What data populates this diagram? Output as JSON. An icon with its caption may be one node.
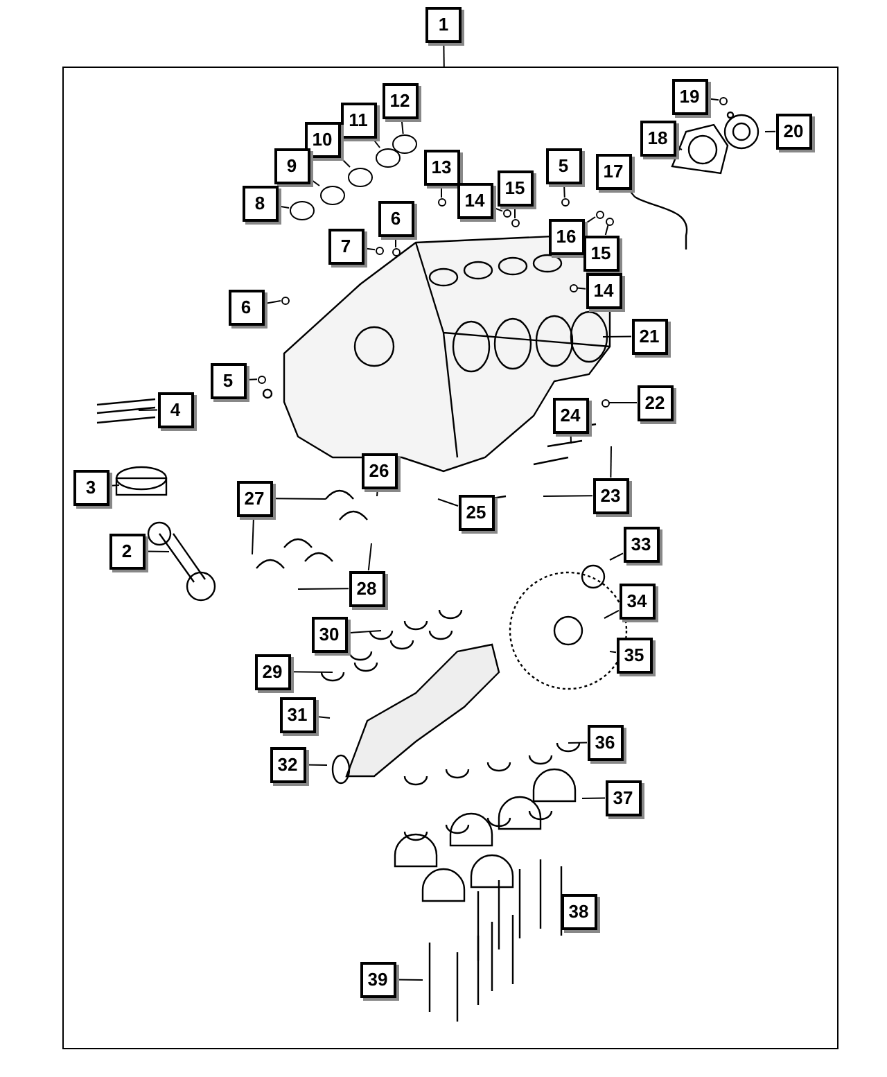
{
  "diagram": {
    "nodes": [
      {
        "text": [
          "1"
        ]
      },
      {
        "text": [],
        "shape": "box"
      },
      {
        "text": [
          "19"
        ],
        "in": 1
      },
      {
        "text": [
          "20"
        ],
        "in": 1
      },
      {
        "text": [
          "18"
        ],
        "in": 1
      },
      {
        "text": [
          "12"
        ],
        "in": 1
      },
      {
        "text": [
          "11"
        ],
        "in": 1
      },
      {
        "text": [
          "10"
        ],
        "in": 1
      },
      {
        "text": [
          "9"
        ],
        "in": 1
      },
      {
        "text": [
          "8"
        ],
        "in": 1
      },
      {
        "text": [
          "13"
        ],
        "in": 1
      },
      {
        "text": [
          "14"
        ],
        "in": 1
      },
      {
        "text": [
          "15"
        ],
        "in": 1
      },
      {
        "text": [
          "5"
        ],
        "in": 1
      },
      {
        "text": [
          "17"
        ],
        "in": 1
      },
      {
        "text": [
          "6"
        ],
        "in": 1
      },
      {
        "text": [
          "16"
        ],
        "in": 1
      },
      {
        "text": [
          "15"
        ],
        "in": 1
      },
      {
        "text": [
          "7"
        ],
        "in": 1
      },
      {
        "text": [
          "14"
        ],
        "in": 1
      },
      {
        "text": [
          "6"
        ],
        "in": 1
      },
      {
        "text": [
          "21"
        ],
        "in": 1
      },
      {
        "text": [
          "5"
        ],
        "in": 1
      },
      {
        "text": [
          "22"
        ],
        "in": 1
      },
      {
        "text": [
          "4"
        ],
        "in": 1
      },
      {
        "text": [
          "24"
        ],
        "in": 1
      },
      {
        "text": [
          "3"
        ],
        "in": 1
      },
      {
        "text": [
          "26"
        ],
        "in": 1
      },
      {
        "text": [
          "27"
        ],
        "in": 1
      },
      {
        "text": [
          "23"
        ],
        "in": 1
      },
      {
        "text": [
          "25"
        ],
        "in": 1
      },
      {
        "text": [
          "2"
        ],
        "in": 1
      },
      {
        "text": [
          "33"
        ],
        "in": 1
      },
      {
        "text": [
          "28"
        ],
        "in": 1
      },
      {
        "text": [
          "34"
        ],
        "in": 1
      },
      {
        "text": [
          "30"
        ],
        "in": 1
      },
      {
        "text": [
          "35"
        ],
        "in": 1
      },
      {
        "text": [
          "29"
        ],
        "in": 1
      },
      {
        "text": [
          "31"
        ],
        "in": 1
      },
      {
        "text": [
          "36"
        ],
        "in": 1
      },
      {
        "text": [
          "32"
        ],
        "in": 1
      },
      {
        "text": [
          "37"
        ],
        "in": 1
      },
      {
        "text": [
          "38"
        ],
        "in": 1
      },
      {
        "text": [
          "39"
        ],
        "in": 1
      },
      {
        "text": [],
        "shape": "circle",
        "in": 1
      },
      {
        "text": [],
        "shape": "circle",
        "in": 1
      },
      {
        "text": [],
        "shape": "circle",
        "in": 1
      },
      {
        "text": [],
        "shape": "circle",
        "in": 1
      },
      {
        "text": [],
        "shape": "circle",
        "in": 1
      },
      {
        "text": [],
        "shape": "circle",
        "in": 1
      },
      {
        "text": [],
        "shape": "circle",
        "in": 1
      },
      {
        "text": [],
        "shape": "circle",
        "in": 1
      },
      {
        "text": [],
        "shape": "circle",
        "in": 1
      },
      {
        "text": [],
        "shape": "circle",
        "in": 1
      },
      {
        "text": [],
        "shape": "circle",
        "in": 1
      },
      {
        "text": [],
        "shape": "circle",
        "in": 1
      },
      {
        "text": [],
        "shape": "circle",
        "in": 1
      },
      {
        "text": [],
        "shape": "circle",
        "in": 1
      },
      {
        "text": [],
        "shape": "circle",
        "in": 1
      },
      {
        "text": [],
        "shape": "circle",
        "in": 1
      },
      {
        "text": [],
        "shape": "circle",
        "in": 1
      },
      {
        "text": [],
        "shape": "circle",
        "in": 1
      }
    ],
    "edges": [
      {
        "from": 0,
        "to": 1,
        "arrow": "none"
      },
      {
        "from": 2,
        "to": 44,
        "arrow": "none"
      },
      {
        "from": 3,
        "to": null,
        "arrow": "none"
      },
      {
        "from": 4,
        "to": null,
        "arrow": "none"
      },
      {
        "from": 5,
        "to": 49,
        "arrow": "none"
      },
      {
        "from": 6,
        "to": 48,
        "arrow": "none"
      },
      {
        "from": 7,
        "to": 47,
        "arrow": "none"
      },
      {
        "from": 8,
        "to": 46,
        "arrow": "none"
      },
      {
        "from": 9,
        "to": 45,
        "arrow": "none"
      },
      {
        "from": 10,
        "to": 50,
        "arrow": "none"
      },
      {
        "from": 11,
        "to": 51,
        "arrow": "none"
      },
      {
        "from": 12,
        "to": 52,
        "arrow": "none"
      },
      {
        "from": 13,
        "to": 53,
        "arrow": "none"
      },
      {
        "from": 14,
        "to": null,
        "arrow": "none"
      },
      {
        "from": 15,
        "to": 54,
        "arrow": "none"
      },
      {
        "from": 16,
        "to": 55,
        "arrow": "none"
      },
      {
        "from": 17,
        "to": 56,
        "arrow": "none"
      },
      {
        "from": 18,
        "to": 57,
        "arrow": "none"
      },
      {
        "from": 19,
        "to": 58,
        "arrow": "none"
      },
      {
        "from": 20,
        "to": 59,
        "arrow": "none"
      },
      {
        "from": 21,
        "to": null,
        "arrow": "none"
      },
      {
        "from": 22,
        "to": 60,
        "arrow": "none"
      },
      {
        "from": 23,
        "to": 61,
        "arrow": "none"
      },
      {
        "from": 24,
        "to": null,
        "arrow": "none"
      },
      {
        "from": 25,
        "to": null,
        "arrow": "none"
      },
      {
        "from": 26,
        "to": null,
        "arrow": "none"
      },
      {
        "from": 27,
        "to": null,
        "arrow": "none"
      },
      {
        "from": 28,
        "to": null,
        "arrow": "none"
      },
      {
        "from": 28,
        "to": null,
        "arrow": "none"
      },
      {
        "from": 29,
        "to": null,
        "arrow": "none"
      },
      {
        "from": 29,
        "to": null,
        "arrow": "none"
      },
      {
        "from": 30,
        "to": null,
        "arrow": "none"
      },
      {
        "from": 31,
        "to": null,
        "arrow": "none"
      },
      {
        "from": 32,
        "to": null,
        "arrow": "none"
      },
      {
        "from": 33,
        "to": null,
        "arrow": "none"
      },
      {
        "from": 33,
        "to": null,
        "arrow": "none"
      },
      {
        "from": 34,
        "to": null,
        "arrow": "none"
      },
      {
        "from": 35,
        "to": null,
        "arrow": "none"
      },
      {
        "from": 36,
        "to": null,
        "arrow": "none"
      },
      {
        "from": 37,
        "to": null,
        "arrow": "none"
      },
      {
        "from": 38,
        "to": null,
        "arrow": "none"
      },
      {
        "from": 39,
        "to": null,
        "arrow": "none"
      },
      {
        "from": 40,
        "to": null,
        "arrow": "none"
      },
      {
        "from": 41,
        "to": null,
        "arrow": "none"
      },
      {
        "from": 42,
        "to": null,
        "arrow": "none"
      },
      {
        "from": 43,
        "to": null,
        "arrow": "none"
      }
    ]
  }
}
